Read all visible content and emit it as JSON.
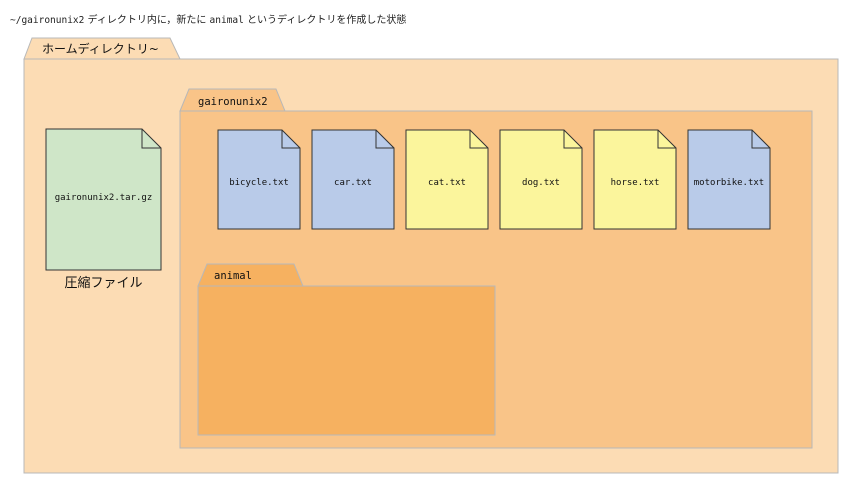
{
  "caption": {
    "part1": "~/gaironunix2",
    "part2": " ディレクトリ内に，新たに ",
    "part3": "animal",
    "part4": " というディレクトリを作成した状態"
  },
  "home": {
    "label": "ホームディレクトリ~"
  },
  "archive": {
    "file": "gaironunix2.tar.gz",
    "caption": "圧縮ファイル"
  },
  "project": {
    "label": "gaironunix2",
    "files": [
      {
        "name": "bicycle.txt",
        "color": "#b9cbe9"
      },
      {
        "name": "car.txt",
        "color": "#b9cbe9"
      },
      {
        "name": "cat.txt",
        "color": "#fbf59c"
      },
      {
        "name": "dog.txt",
        "color": "#fbf59c"
      },
      {
        "name": "horse.txt",
        "color": "#fbf59c"
      },
      {
        "name": "motorbike.txt",
        "color": "#b9cbe9"
      }
    ]
  },
  "subfolder": {
    "label": "animal"
  },
  "colors": {
    "home": "#fcdcb4",
    "project": "#f9c488",
    "subfolder": "#f6b160",
    "archive": "#cfe6c8"
  }
}
